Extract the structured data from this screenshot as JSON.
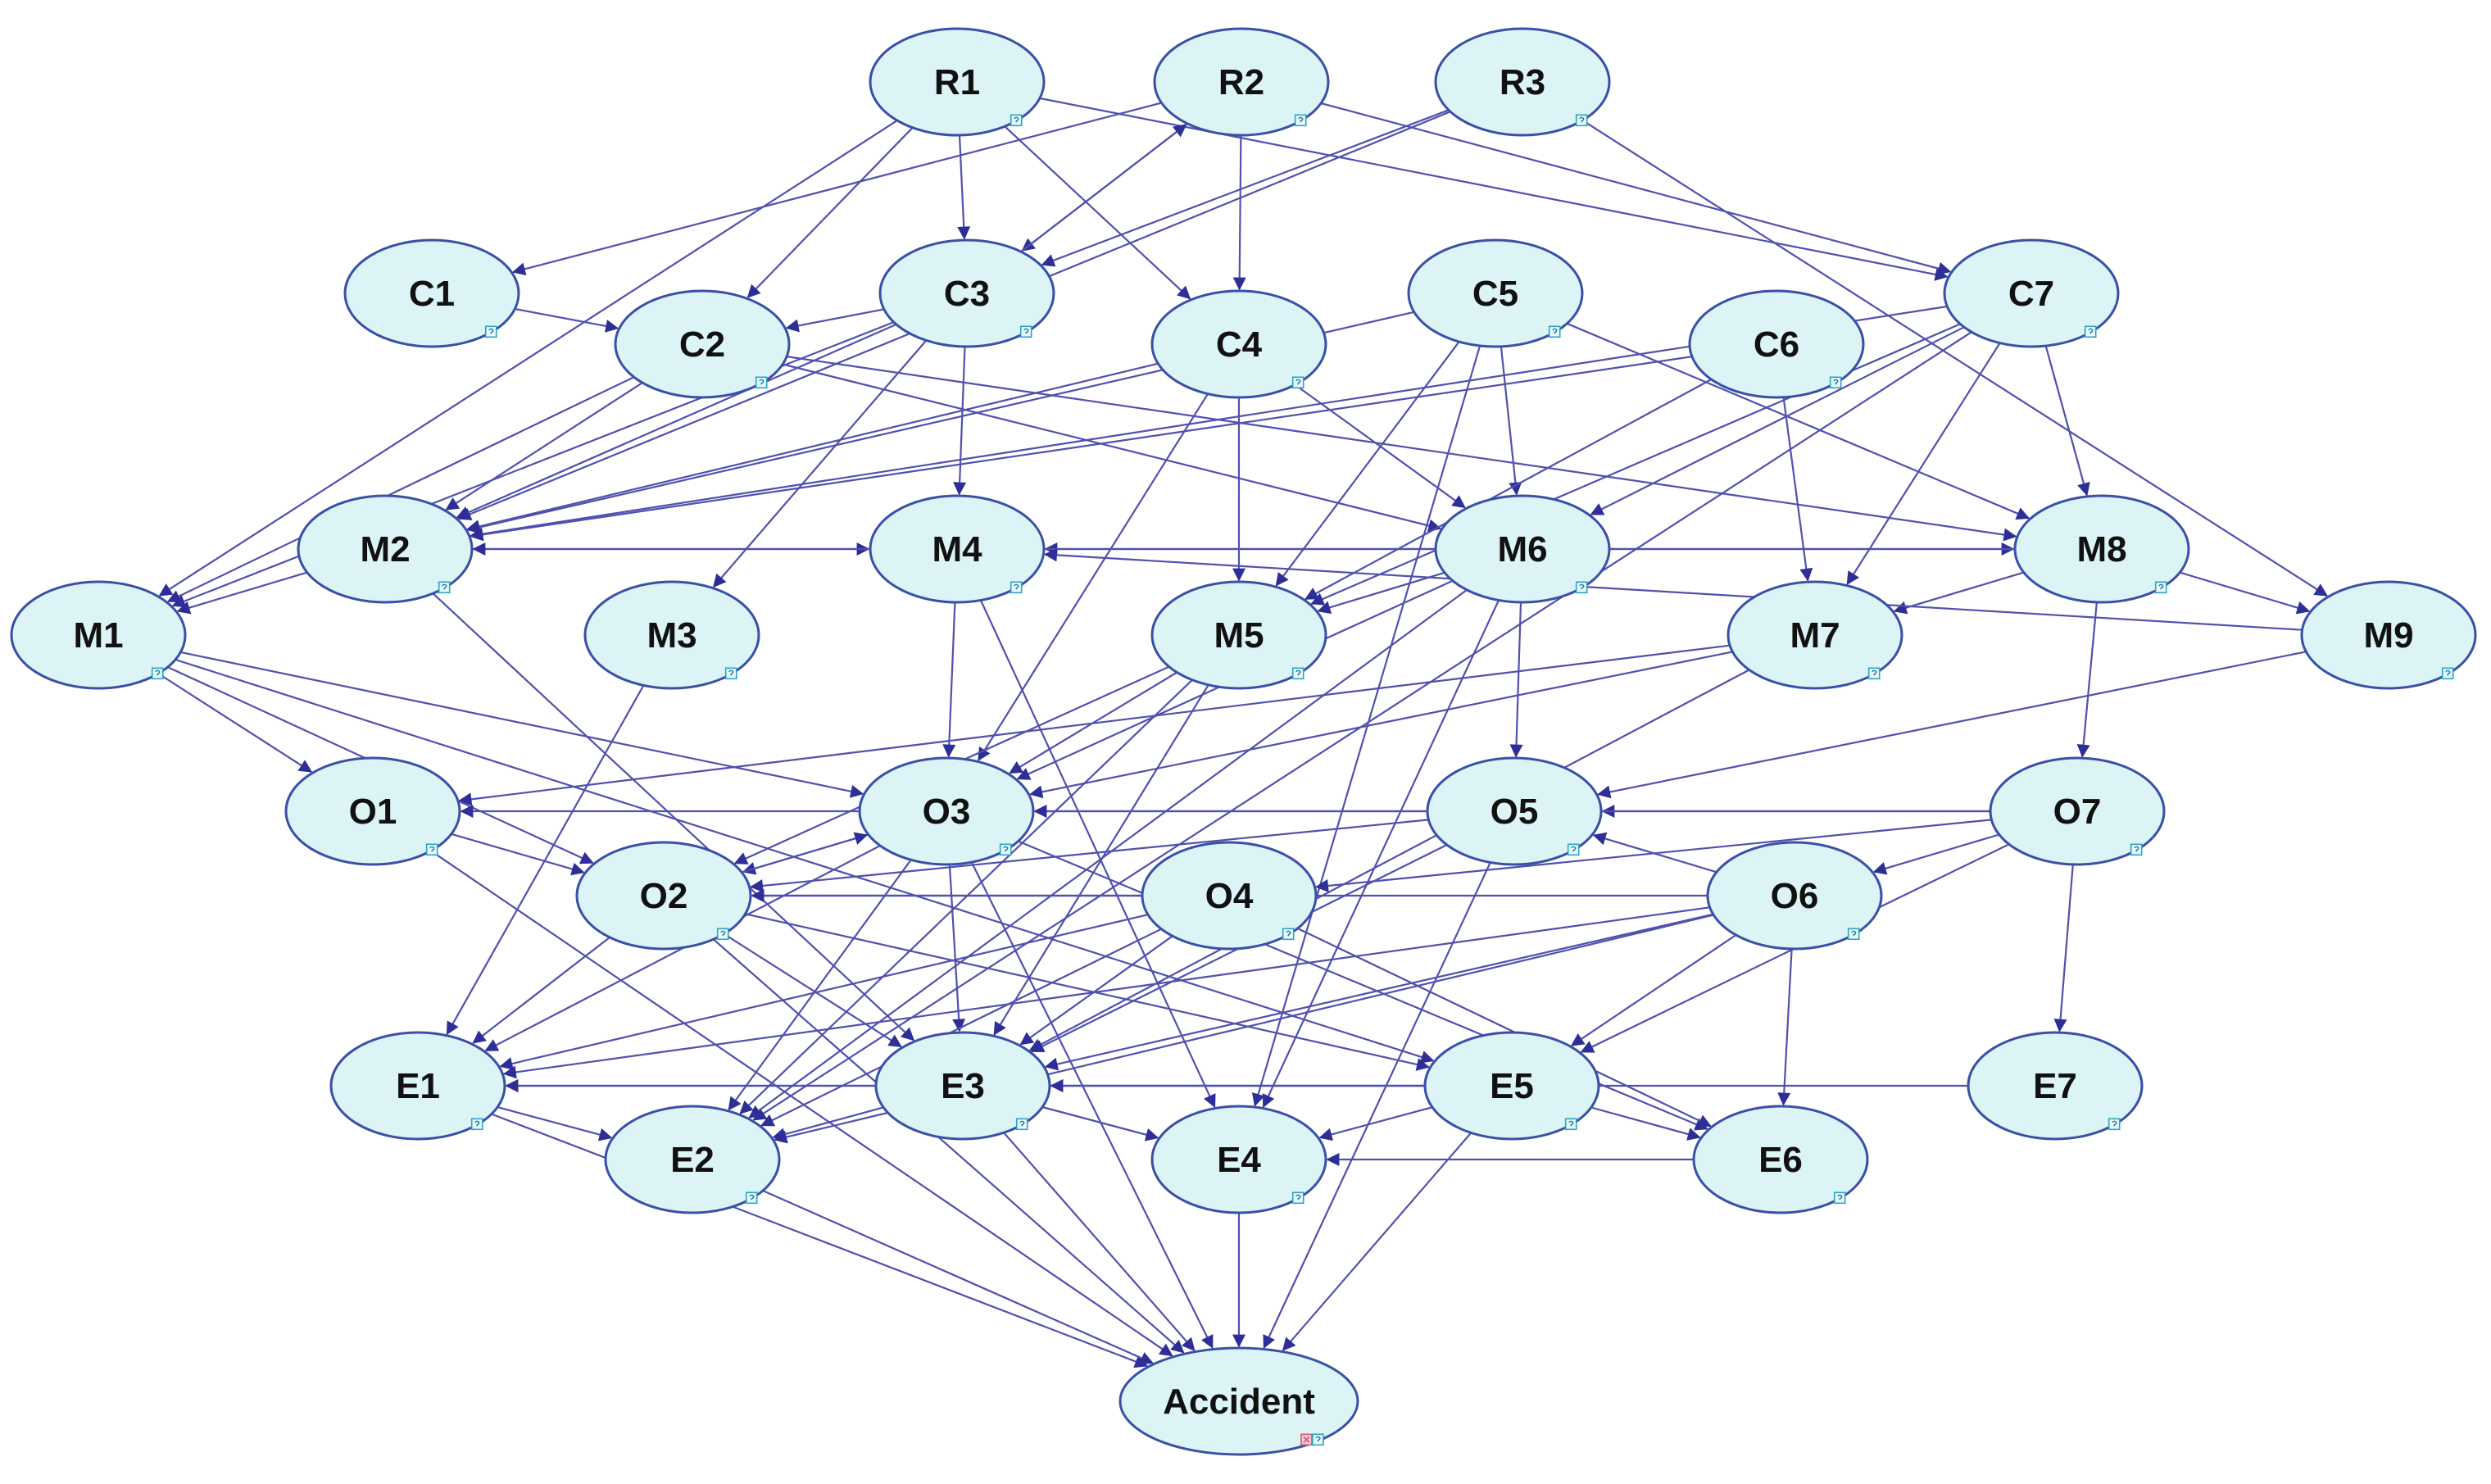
{
  "diagram": {
    "type": "directed-graph",
    "colors": {
      "node_fill": "#dcf4f6",
      "node_stroke": "#3a50a8",
      "edge": "#5050b0",
      "label": "#111111",
      "badge": "#2aa4c4",
      "target_badge": "#d05a7a"
    },
    "badge_icon": "question-mark-icon",
    "target_badge_icon": "error-x-icon",
    "nodes": [
      {
        "id": "R1",
        "label": "R1"
      },
      {
        "id": "R2",
        "label": "R2"
      },
      {
        "id": "R3",
        "label": "R3"
      },
      {
        "id": "C1",
        "label": "C1"
      },
      {
        "id": "C2",
        "label": "C2"
      },
      {
        "id": "C3",
        "label": "C3"
      },
      {
        "id": "C4",
        "label": "C4"
      },
      {
        "id": "C5",
        "label": "C5"
      },
      {
        "id": "C6",
        "label": "C6"
      },
      {
        "id": "C7",
        "label": "C7"
      },
      {
        "id": "M1",
        "label": "M1"
      },
      {
        "id": "M2",
        "label": "M2"
      },
      {
        "id": "M3",
        "label": "M3"
      },
      {
        "id": "M4",
        "label": "M4"
      },
      {
        "id": "M5",
        "label": "M5"
      },
      {
        "id": "M6",
        "label": "M6"
      },
      {
        "id": "M7",
        "label": "M7"
      },
      {
        "id": "M8",
        "label": "M8"
      },
      {
        "id": "M9",
        "label": "M9"
      },
      {
        "id": "O1",
        "label": "O1"
      },
      {
        "id": "O2",
        "label": "O2"
      },
      {
        "id": "O3",
        "label": "O3"
      },
      {
        "id": "O4",
        "label": "O4"
      },
      {
        "id": "O5",
        "label": "O5"
      },
      {
        "id": "O6",
        "label": "O6"
      },
      {
        "id": "O7",
        "label": "O7"
      },
      {
        "id": "E1",
        "label": "E1"
      },
      {
        "id": "E2",
        "label": "E2"
      },
      {
        "id": "E3",
        "label": "E3"
      },
      {
        "id": "E4",
        "label": "E4"
      },
      {
        "id": "E5",
        "label": "E5"
      },
      {
        "id": "E6",
        "label": "E6"
      },
      {
        "id": "E7",
        "label": "E7"
      },
      {
        "id": "Accident",
        "label": "Accident",
        "target": true
      }
    ],
    "edges": [
      [
        "R1",
        "C3"
      ],
      [
        "R1",
        "C2"
      ],
      [
        "R1",
        "C7"
      ],
      [
        "R1",
        "M1"
      ],
      [
        "R1",
        "C4"
      ],
      [
        "R2",
        "C1"
      ],
      [
        "R2",
        "C4"
      ],
      [
        "R2",
        "C3"
      ],
      [
        "R2",
        "C7"
      ],
      [
        "R3",
        "C3"
      ],
      [
        "R3",
        "M9"
      ],
      [
        "R3",
        "M2"
      ],
      [
        "C3",
        "R2"
      ],
      [
        "C1",
        "C2"
      ],
      [
        "C2",
        "M2"
      ],
      [
        "C2",
        "M1"
      ],
      [
        "C2",
        "M6"
      ],
      [
        "C2",
        "M8"
      ],
      [
        "C3",
        "C2"
      ],
      [
        "C3",
        "M2"
      ],
      [
        "C3",
        "M1"
      ],
      [
        "C3",
        "M4"
      ],
      [
        "C3",
        "M3"
      ],
      [
        "C4",
        "M2"
      ],
      [
        "C4",
        "M5"
      ],
      [
        "C4",
        "M6"
      ],
      [
        "C4",
        "O3"
      ],
      [
        "C5",
        "M2"
      ],
      [
        "C5",
        "M6"
      ],
      [
        "C5",
        "M8"
      ],
      [
        "C5",
        "E4"
      ],
      [
        "C5",
        "M5"
      ],
      [
        "C6",
        "M2"
      ],
      [
        "C6",
        "M7"
      ],
      [
        "C6",
        "M5"
      ],
      [
        "C7",
        "M6"
      ],
      [
        "C7",
        "M7"
      ],
      [
        "C7",
        "M5"
      ],
      [
        "C7",
        "M8"
      ],
      [
        "C7",
        "M2"
      ],
      [
        "C7",
        "E2"
      ],
      [
        "M2",
        "M1"
      ],
      [
        "M2",
        "M4"
      ],
      [
        "M2",
        "E3"
      ],
      [
        "M3",
        "E1"
      ],
      [
        "M4",
        "E4"
      ],
      [
        "M4",
        "O3"
      ],
      [
        "M6",
        "M4"
      ],
      [
        "M6",
        "M5"
      ],
      [
        "M6",
        "O5"
      ],
      [
        "M6",
        "O3"
      ],
      [
        "M6",
        "E2"
      ],
      [
        "M6",
        "E4"
      ],
      [
        "M6",
        "M8"
      ],
      [
        "M8",
        "M7"
      ],
      [
        "M8",
        "M9"
      ],
      [
        "M8",
        "O7"
      ],
      [
        "M8",
        "M2"
      ],
      [
        "M9",
        "M4"
      ],
      [
        "M9",
        "O5"
      ],
      [
        "M7",
        "O1"
      ],
      [
        "M7",
        "O3"
      ],
      [
        "M7",
        "E3"
      ],
      [
        "M5",
        "O3"
      ],
      [
        "M5",
        "E3"
      ],
      [
        "M5",
        "E2"
      ],
      [
        "M5",
        "O2"
      ],
      [
        "M1",
        "O1"
      ],
      [
        "M1",
        "O3"
      ],
      [
        "M1",
        "E5"
      ],
      [
        "M1",
        "O2"
      ],
      [
        "O1",
        "O2"
      ],
      [
        "O1",
        "Accident"
      ],
      [
        "O3",
        "O1"
      ],
      [
        "O3",
        "O2"
      ],
      [
        "O3",
        "E3"
      ],
      [
        "O3",
        "E2"
      ],
      [
        "O3",
        "E1"
      ],
      [
        "O3",
        "Accident"
      ],
      [
        "O3",
        "E6"
      ],
      [
        "O2",
        "E1"
      ],
      [
        "O2",
        "E5"
      ],
      [
        "O2",
        "E3"
      ],
      [
        "O2",
        "Accident"
      ],
      [
        "O2",
        "O3"
      ],
      [
        "O4",
        "O2"
      ],
      [
        "O4",
        "E1"
      ],
      [
        "O4",
        "E2"
      ],
      [
        "O4",
        "E3"
      ],
      [
        "O4",
        "E6"
      ],
      [
        "O5",
        "O3"
      ],
      [
        "O5",
        "E3"
      ],
      [
        "O5",
        "Accident"
      ],
      [
        "O5",
        "O2"
      ],
      [
        "O6",
        "O5"
      ],
      [
        "O6",
        "O2"
      ],
      [
        "O6",
        "E1"
      ],
      [
        "O6",
        "E5"
      ],
      [
        "O6",
        "E6"
      ],
      [
        "O6",
        "E2"
      ],
      [
        "O6",
        "E3"
      ],
      [
        "O7",
        "O5"
      ],
      [
        "O7",
        "O6"
      ],
      [
        "O7",
        "O4"
      ],
      [
        "O7",
        "E7"
      ],
      [
        "O7",
        "O3"
      ],
      [
        "O7",
        "E5"
      ],
      [
        "E1",
        "E2"
      ],
      [
        "E1",
        "Accident"
      ],
      [
        "E3",
        "E1"
      ],
      [
        "E3",
        "E2"
      ],
      [
        "E3",
        "E4"
      ],
      [
        "E3",
        "Accident"
      ],
      [
        "E2",
        "Accident"
      ],
      [
        "E4",
        "Accident"
      ],
      [
        "E5",
        "E3"
      ],
      [
        "E5",
        "E4"
      ],
      [
        "E5",
        "E1"
      ],
      [
        "E5",
        "E6"
      ],
      [
        "E5",
        "Accident"
      ],
      [
        "E6",
        "E4"
      ],
      [
        "E7",
        "E3"
      ]
    ]
  }
}
